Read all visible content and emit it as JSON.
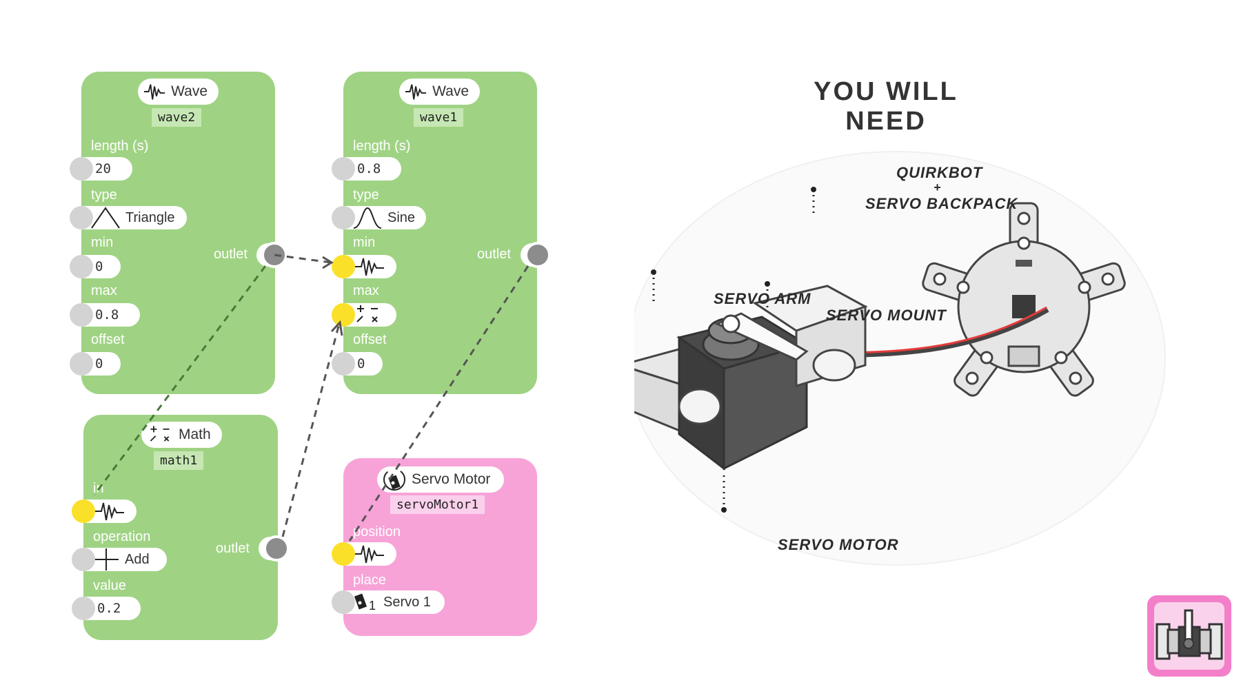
{
  "nodes": {
    "wave2": {
      "type": "Wave",
      "id": "wave2",
      "labels": {
        "length": "length (s)",
        "type": "type",
        "min": "min",
        "max": "max",
        "offset": "offset",
        "outlet": "outlet"
      },
      "values": {
        "length": "20",
        "type": "Triangle",
        "min": "0",
        "max": "0.8",
        "offset": "0"
      },
      "icons": {
        "title": "wave-icon",
        "type": "triangle-wave-icon"
      }
    },
    "wave1": {
      "type": "Wave",
      "id": "wave1",
      "labels": {
        "length": "length (s)",
        "type": "type",
        "min": "min",
        "max": "max",
        "offset": "offset",
        "outlet": "outlet"
      },
      "values": {
        "length": "0.8",
        "type": "Sine",
        "offset": "0"
      },
      "icons": {
        "title": "wave-icon",
        "type": "sine-wave-icon",
        "min": "wave-icon",
        "max": "math-icon"
      }
    },
    "math1": {
      "type": "Math",
      "id": "math1",
      "labels": {
        "in": "in",
        "operation": "operation",
        "value": "value",
        "outlet": "outlet"
      },
      "values": {
        "operation": "Add",
        "value": "0.2"
      },
      "icons": {
        "title": "math-icon",
        "in": "wave-icon",
        "operation": "plus-icon"
      }
    },
    "servoMotor1": {
      "type": "Servo Motor",
      "id": "servoMotor1",
      "labels": {
        "position": "position",
        "place": "place"
      },
      "values": {
        "place": "Servo 1"
      },
      "icons": {
        "title": "servo-motor-icon",
        "position": "wave-icon",
        "place": "servo-place-icon"
      }
    }
  },
  "connections": [
    {
      "from": "wave2.outlet",
      "to": "wave1.min"
    },
    {
      "from": "wave2.outlet",
      "to": "math1.in"
    },
    {
      "from": "math1.outlet",
      "to": "wave1.max"
    },
    {
      "from": "wave1.outlet",
      "to": "servoMotor1.position"
    }
  ],
  "you_will_need": {
    "title": "YOU WILL NEED",
    "parts": {
      "quirkbot_line1": "QUIRKBOT",
      "plus": "+",
      "quirkbot_line2": "SERVO BACKPACK",
      "servo_arm": "SERVO ARM",
      "servo_mount": "SERVO MOUNT",
      "servo_motor": "SERVO MOTOR"
    }
  },
  "corner_badge": {
    "icon": "servo-mount-icon"
  },
  "colors": {
    "node_green": "#9fd383",
    "node_pink": "#f7a3d8",
    "inlet_connected": "#fbe02a",
    "outlet": "#8c8c8c",
    "wire": "#555555",
    "wire_green": "#4a7a36"
  }
}
